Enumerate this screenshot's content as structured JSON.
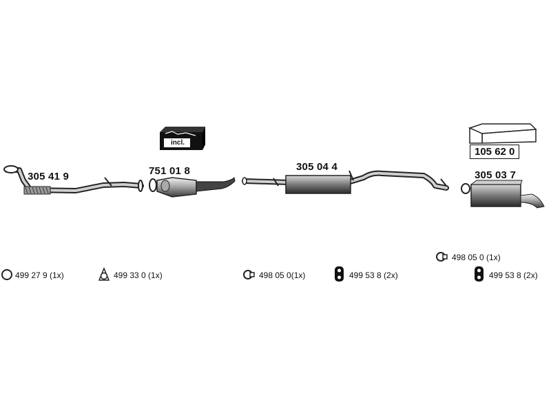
{
  "parts": [
    {
      "id": "front-pipe",
      "number": "305 41 9"
    },
    {
      "id": "catalytic-converter",
      "number": "751 01 8",
      "kit_label": "incl."
    },
    {
      "id": "middle-silencer",
      "number": "305 04 4"
    },
    {
      "id": "rear-silencer",
      "number": "305 03 7",
      "kit_number": "105 62 0"
    }
  ],
  "accessories": [
    {
      "icon": "ring-gasket-icon",
      "text": "499 27 9 (1x)"
    },
    {
      "icon": "triangle-flange-gasket-icon",
      "text": "499 33 0 (1x)"
    },
    {
      "icon": "clamp-icon",
      "text": "498 05 0(1x)"
    },
    {
      "icon": "rubber-hanger-icon",
      "text": "499 53 8 (2x)"
    },
    {
      "icon": "clamp-icon",
      "text": "498 05 0 (1x)"
    },
    {
      "icon": "rubber-hanger-icon",
      "text": "499 53 8 (2x)"
    }
  ]
}
